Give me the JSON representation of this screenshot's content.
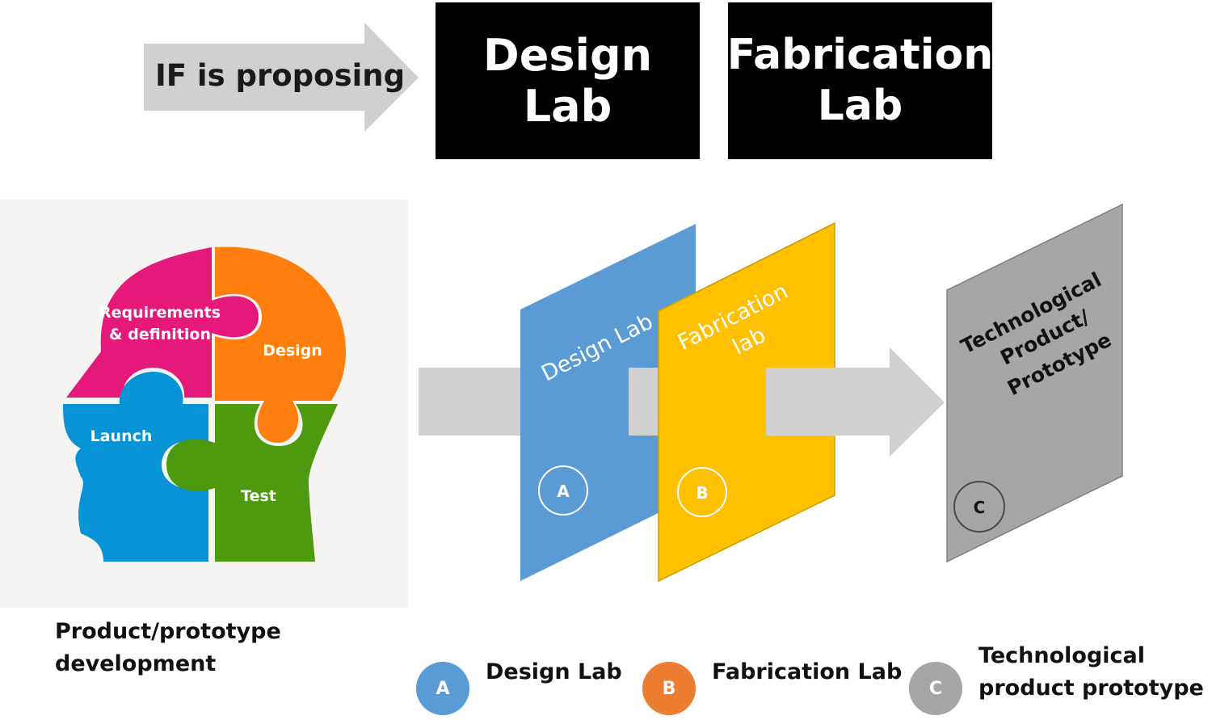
{
  "header": {
    "arrow_label": "IF is proposing",
    "design_lab_title": "Design Lab",
    "fabrication_lab_title_line1": "Fabrication",
    "fabrication_lab_title_line2": "Lab"
  },
  "head_puzzle": {
    "pieces": {
      "requirements_line1": "Requirements",
      "requirements_line2": "& definition",
      "design": "Design",
      "launch": "Launch",
      "test": "Test"
    },
    "caption_line1": "Product/prototype",
    "caption_line2": "development"
  },
  "flow": {
    "design_panel_label": "Design Lab",
    "design_panel_badge": "A",
    "fabrication_panel_label_line1": "Fabrication",
    "fabrication_panel_label_line2": "lab",
    "fabrication_panel_badge": "B",
    "product_panel_label_line1": "Technological",
    "product_panel_label_line2": "Product/",
    "product_panel_label_line3": "Prototype",
    "product_panel_badge": "C"
  },
  "legend": [
    {
      "badge": "A",
      "label": "Design Lab",
      "color": "#5b9bd5"
    },
    {
      "badge": "B",
      "label": "Fabrication Lab",
      "color": "#ed7d31"
    },
    {
      "badge": "C",
      "label_line1": "Technological",
      "label_line2": "product prototype",
      "color": "#a5a5a5"
    }
  ],
  "colors": {
    "design_panel": "#5b9bd5",
    "fabrication_panel": "#ffc000",
    "product_panel": "#a6a6a6",
    "arrow_gray": "#d0d0d0",
    "puzzle_magenta": "#e6197a",
    "puzzle_orange": "#ff7f0e",
    "puzzle_blue": "#0794d6",
    "puzzle_green": "#4e9a0e"
  }
}
